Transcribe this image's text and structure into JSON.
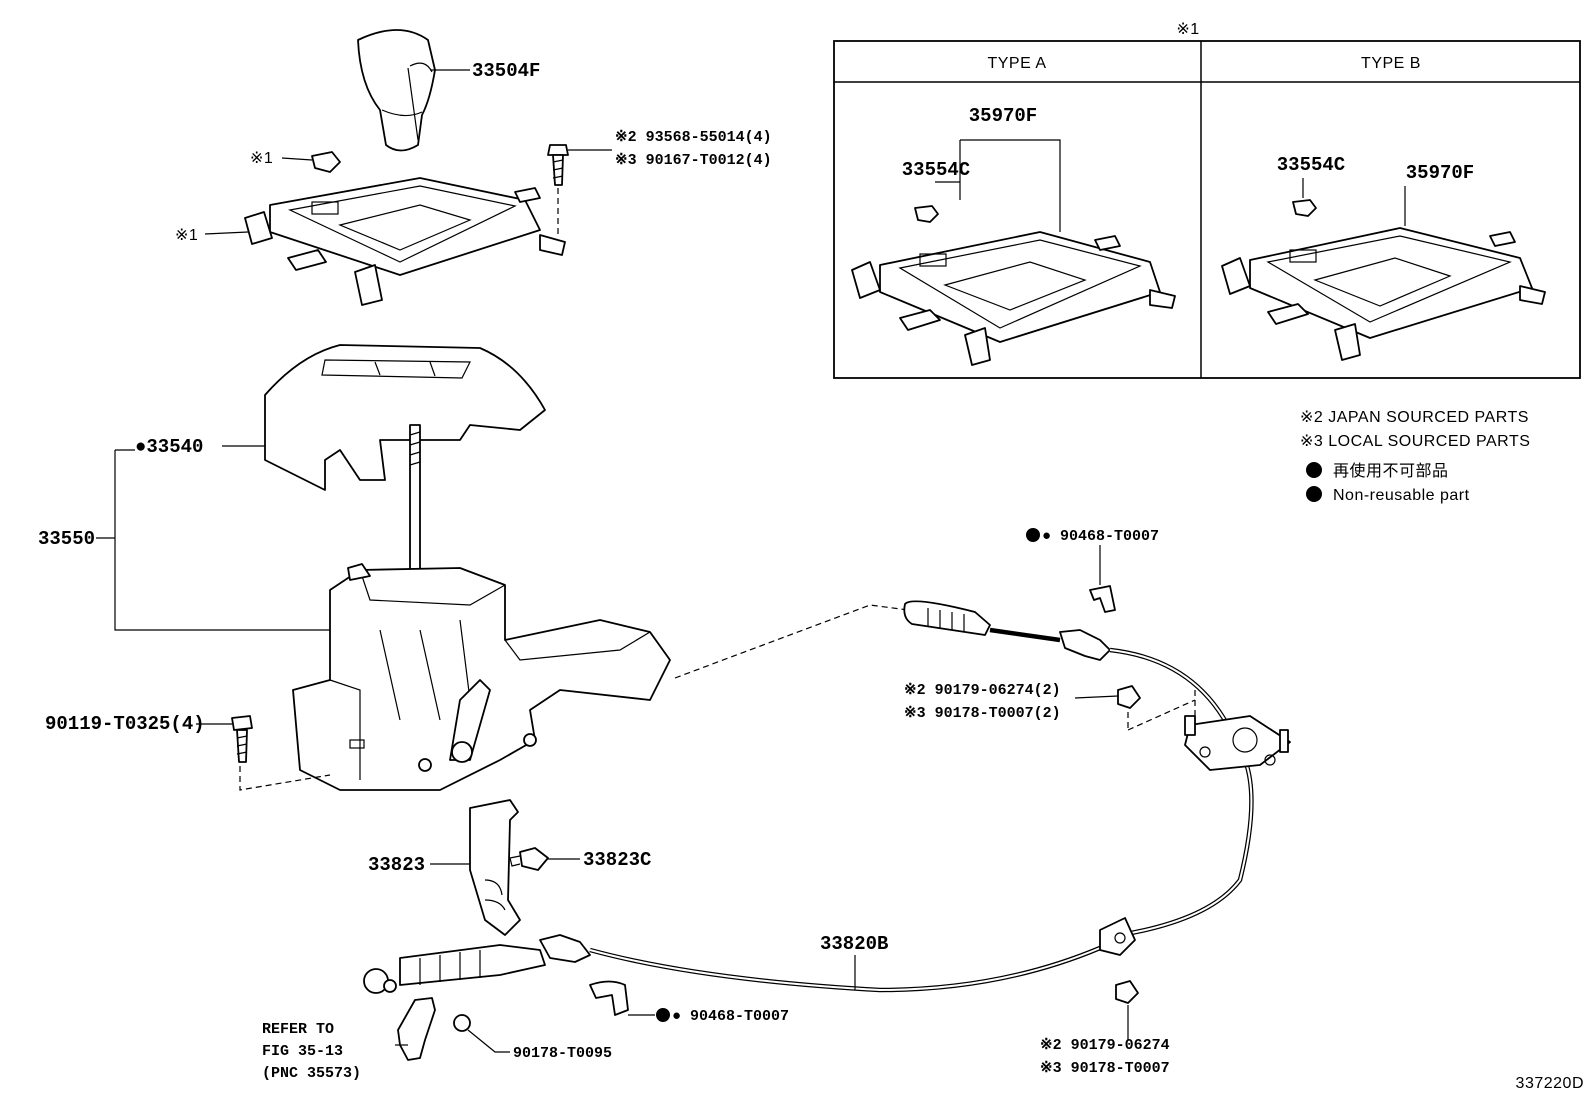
{
  "inset": {
    "header_mark": "※1",
    "type_a": {
      "header": "TYPE A",
      "labels": [
        "35970F",
        "33554C"
      ]
    },
    "type_b": {
      "header": "TYPE B",
      "labels": [
        "33554C",
        "35970F"
      ]
    }
  },
  "legend": {
    "note2": "※2 JAPAN SOURCED PARTS",
    "note3": "※3 LOCAL SOURCED PARTS",
    "jp": "再使用不可部品",
    "en": "Non-reusable part"
  },
  "callouts": {
    "knob": "33504F",
    "mark1_clip": "※1",
    "mark1_panel": "※1",
    "bolt_top_j": "※2 93568-55014(4)",
    "bolt_top_l": "※3 90167-T0012(4)",
    "cover": "●33540",
    "shifter_assy": "33550",
    "bolt_left": "90119-T0325(4)",
    "clip_upper": "● 90468-T0007",
    "nut_mid_j": "※2 90179-06274(2)",
    "nut_mid_l": "※3 90178-T0007(2)",
    "bracket": "33823",
    "bracket_bolt": "33823C",
    "cable": "33820B",
    "clip_lower": "● 90468-T0007",
    "nut_small": "90178-T0095",
    "refer_1": "REFER TO",
    "refer_2": "FIG 35-13",
    "refer_3": "(PNC 35573)",
    "nut_bottom_j": "※2 90179-06274",
    "nut_bottom_l": "※3 90178-T0007"
  },
  "figure_id": "337220D"
}
